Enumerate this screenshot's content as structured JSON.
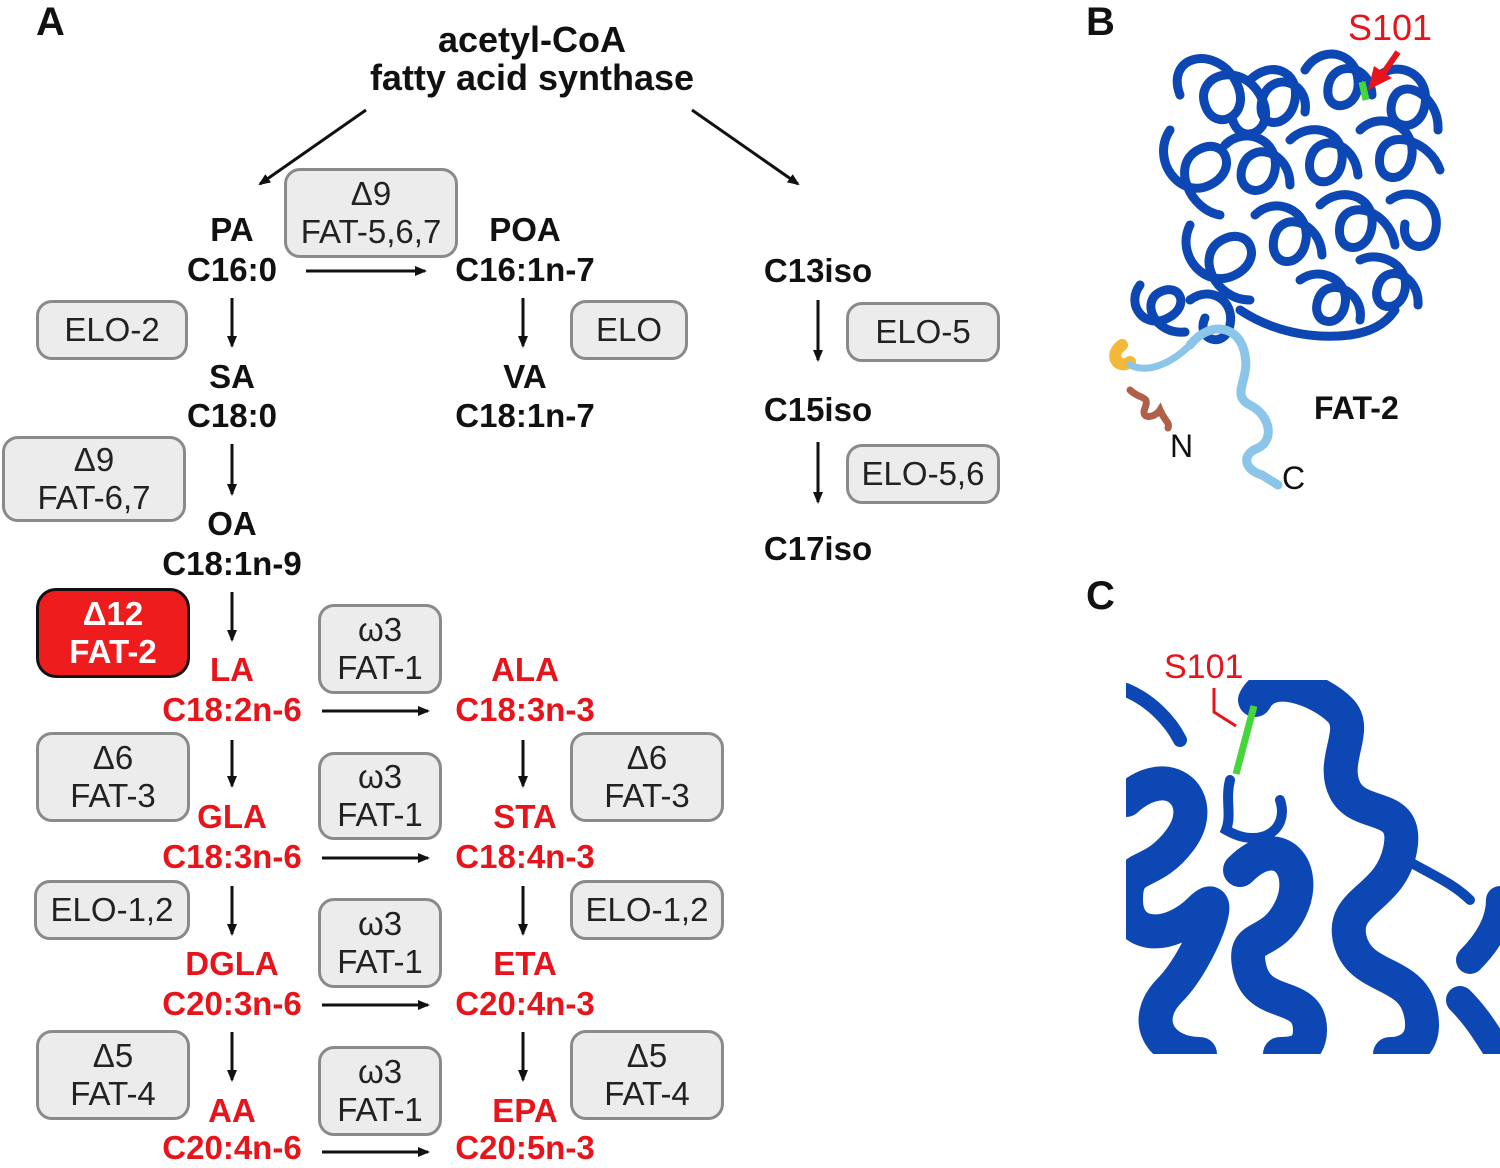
{
  "panels": {
    "a": "A",
    "b": "B",
    "c": "C"
  },
  "source": {
    "line1": "acetyl-CoA",
    "line2": "fatty acid synthase"
  },
  "nodes": {
    "pa": {
      "name": "PA",
      "formula": "C16:0"
    },
    "poa": {
      "name": "POA",
      "formula": "C16:1n-7"
    },
    "sa": {
      "name": "SA",
      "formula": "C18:0"
    },
    "va": {
      "name": "VA",
      "formula": "C18:1n-7"
    },
    "oa": {
      "name": "OA",
      "formula": "C18:1n-9"
    },
    "la": {
      "name": "LA",
      "formula": "C18:2n-6"
    },
    "ala": {
      "name": "ALA",
      "formula": "C18:3n-3"
    },
    "gla": {
      "name": "GLA",
      "formula": "C18:3n-6"
    },
    "sta": {
      "name": "STA",
      "formula": "C18:4n-3"
    },
    "dgla": {
      "name": "DGLA",
      "formula": "C20:3n-6"
    },
    "eta": {
      "name": "ETA",
      "formula": "C20:4n-3"
    },
    "aa": {
      "name": "AA",
      "formula": "C20:4n-6"
    },
    "epa": {
      "name": "EPA",
      "formula": "C20:5n-3"
    },
    "c13": {
      "formula": "C13iso"
    },
    "c15": {
      "formula": "C15iso"
    },
    "c17": {
      "formula": "C17iso"
    }
  },
  "enzymes": {
    "d9_567": {
      "line1": "Δ9",
      "line2": "FAT-5,6,7"
    },
    "elo2": {
      "line1": "ELO-2"
    },
    "elo": {
      "line1": "ELO"
    },
    "elo5": {
      "line1": "ELO-5"
    },
    "elo56": {
      "line1": "ELO-5,6"
    },
    "d9_67": {
      "line1": "Δ9",
      "line2": "FAT-6,7"
    },
    "d12": {
      "line1": "Δ12",
      "line2": "FAT-2"
    },
    "w3_1": {
      "line1": "ω3",
      "line2": "FAT-1"
    },
    "d6_left": {
      "line1": "Δ6",
      "line2": "FAT-3"
    },
    "w3_2": {
      "line1": "ω3",
      "line2": "FAT-1"
    },
    "d6_right": {
      "line1": "Δ6",
      "line2": "FAT-3"
    },
    "elo12_left": {
      "line1": "ELO-1,2"
    },
    "w3_3": {
      "line1": "ω3",
      "line2": "FAT-1"
    },
    "elo12_right": {
      "line1": "ELO-1,2"
    },
    "d5_left": {
      "line1": "Δ5",
      "line2": "FAT-4"
    },
    "w3_4": {
      "line1": "ω3",
      "line2": "FAT-1"
    },
    "d5_right": {
      "line1": "Δ5",
      "line2": "FAT-4"
    }
  },
  "structure_b": {
    "site": "S101",
    "protein": "FAT-2",
    "n_term": "N",
    "c_term": "C"
  },
  "structure_c": {
    "site": "S101"
  },
  "colors": {
    "red": "#e8141b",
    "ribbon": "#0d47b4",
    "ribbon_light": "#8cc5ea",
    "site": "#44d63a",
    "n_yellow": "#f2b83a",
    "n_brown": "#b06048"
  }
}
